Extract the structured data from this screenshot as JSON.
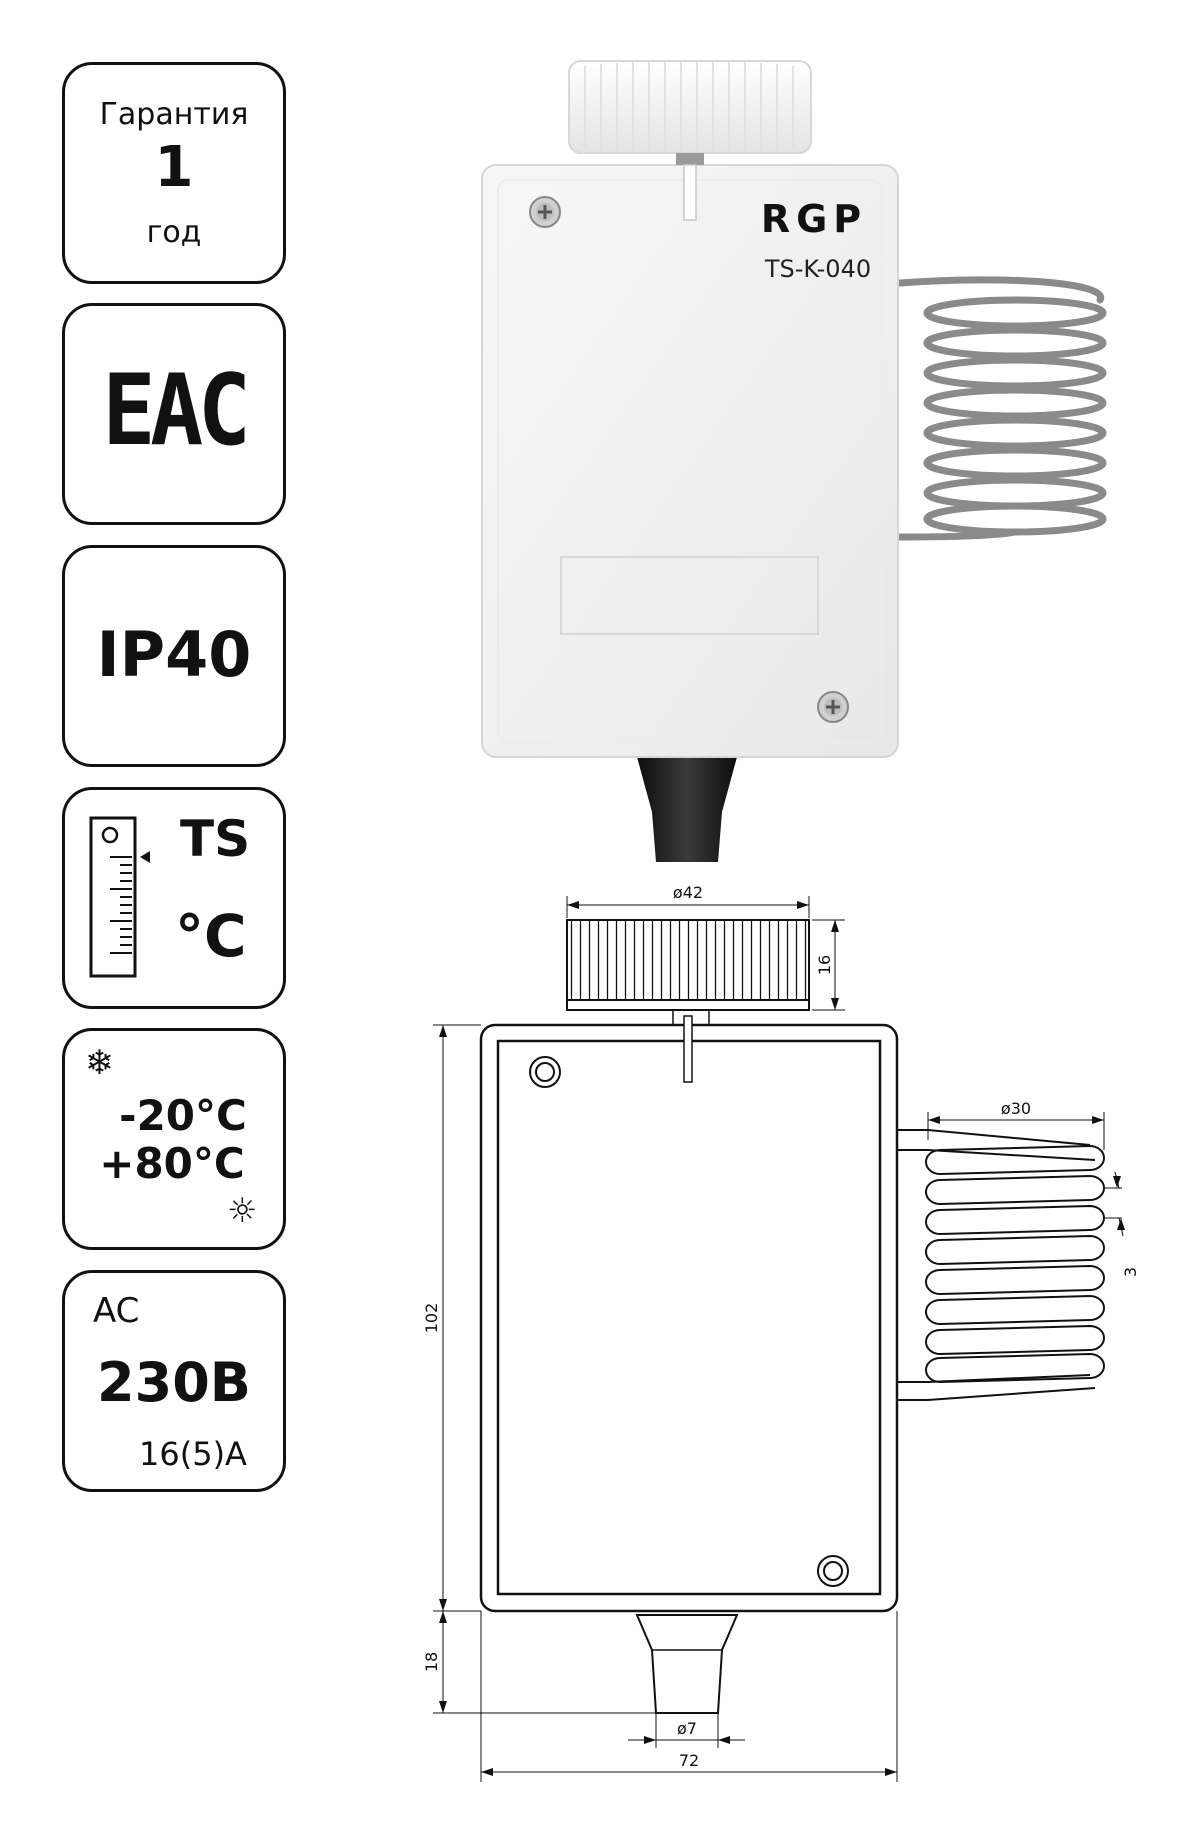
{
  "badges": {
    "warranty": {
      "label": "Гарантия",
      "value": "1",
      "unit": "год"
    },
    "certification": {
      "mark": "EAC"
    },
    "protection": {
      "rating": "IP40"
    },
    "thermostat": {
      "type": "TS",
      "unit": "°C"
    },
    "temperature": {
      "min": "-20°C",
      "max": "+80°C"
    },
    "power": {
      "current_type": "AC",
      "voltage": "230В",
      "amperage": "16(5)А"
    }
  },
  "product": {
    "brand": "RGP",
    "model": "TS-K-040"
  },
  "drawing": {
    "dim_knob_diameter": "ø42",
    "dim_knob_height": "16",
    "dim_coil_diameter": "ø30",
    "dim_coil_pitch": "3",
    "dim_body_height": "102",
    "dim_gland_height": "18",
    "dim_cable_diameter": "ø7",
    "dim_body_width": "72"
  },
  "colors": {
    "outline": "#111111",
    "housing": "#f1f1f1",
    "cable": "#1c1c1c",
    "capillary": "#8a8a8a"
  }
}
